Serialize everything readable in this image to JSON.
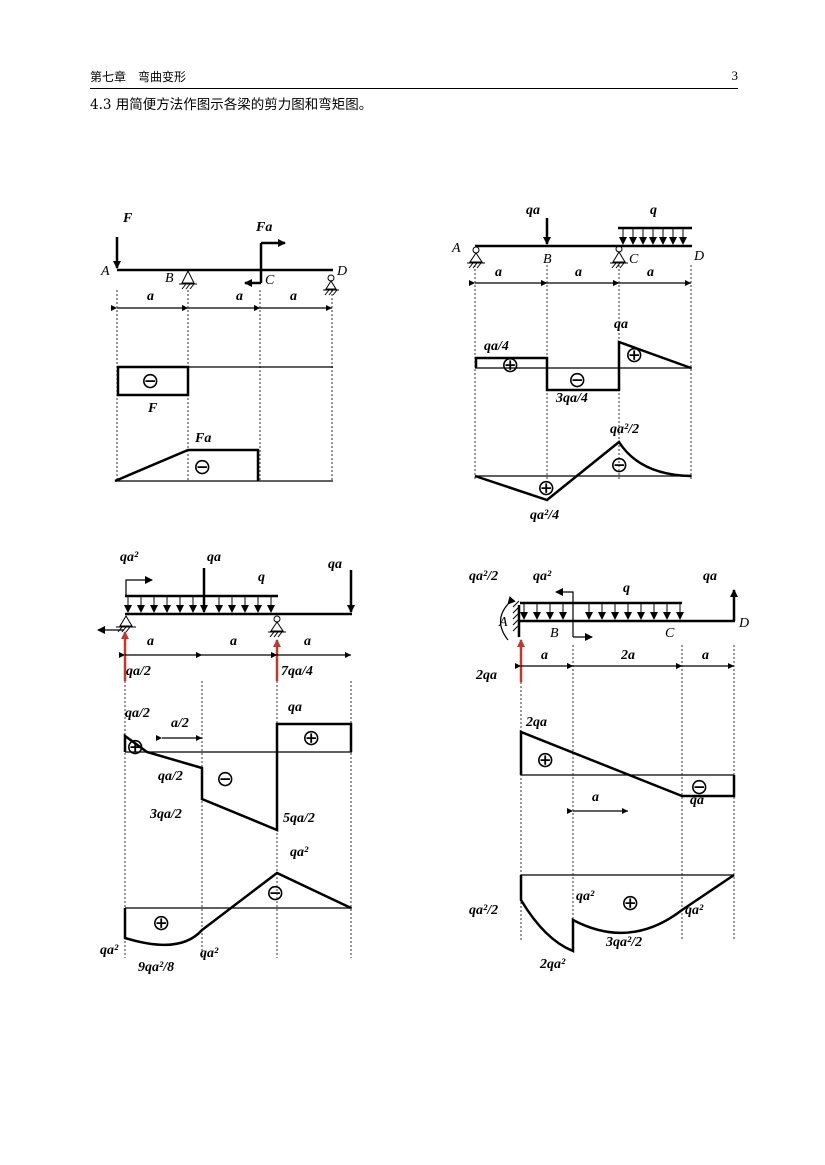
{
  "header": {
    "chapter": "第七章　弯曲变形",
    "page_number": "3"
  },
  "problem": {
    "text": "4.3 用简便方法作图示各梁的剪力图和弯矩图。"
  },
  "figure1": {
    "F": "F",
    "Fa": "Fa",
    "A": "A",
    "B": "B",
    "C": "C",
    "D": "D",
    "a1": "a",
    "a2": "a",
    "a3": "a",
    "shear_label": "F",
    "moment_label": "Fa"
  },
  "figure2": {
    "qa": "qa",
    "q": "q",
    "A": "A",
    "B": "B",
    "C": "C",
    "D": "D",
    "a1": "a",
    "a2": "a",
    "a3": "a",
    "shear_left": "qa/4",
    "shear_mid": "3qa/4",
    "shear_right": "qa",
    "moment_top": "qa²/2",
    "moment_bottom": "qa²/4"
  },
  "figure3": {
    "qa2": "qa²",
    "qa": "qa",
    "q": "q",
    "qa_right": "qa",
    "a1": "a",
    "a2": "a",
    "a3": "a",
    "reaction_left": "qa/2",
    "reaction_right": "7qa/4",
    "shear_top_left": "qa/2",
    "shear_half_a": "a/2",
    "shear_top_right": "qa",
    "shear_mid": "qa/2",
    "shear_3": "3qa/2",
    "shear_5": "5qa/2",
    "moment_top": "qa²",
    "moment_left": "qa²",
    "moment_mid": "9qa²/8",
    "moment_qa2": "qa²"
  },
  "figure4": {
    "qa2_2": "qa²/2",
    "qa2": "qa²",
    "q": "q",
    "qa": "qa",
    "A": "A",
    "B": "B",
    "C": "C",
    "D": "D",
    "a1": "a",
    "a2": "2a",
    "a3": "a",
    "reaction": "2qa",
    "shear_top": "2qa",
    "shear_a": "a",
    "shear_right": "qa",
    "moment_left": "qa²/2",
    "moment_mid_top": "qa²",
    "moment_right": "qa²",
    "moment_mid": "3qa²/2",
    "moment_bottom": "2qa²"
  }
}
